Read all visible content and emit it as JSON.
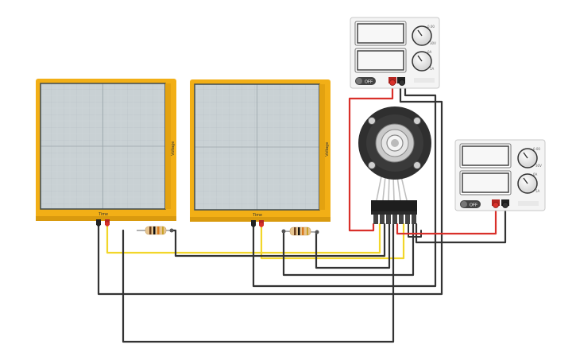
{
  "oscilloscopes": [
    {
      "x_label": "Time",
      "y_label": "Voltage"
    },
    {
      "x_label": "Time",
      "y_label": "Voltage"
    }
  ],
  "power_supply_top": {
    "button_label": "OFF",
    "knob_labels": [
      "0.00",
      "30V",
      "0A",
      "5A"
    ]
  },
  "power_supply_right": {
    "button_label": "OFF",
    "knob_labels": [
      "0.00",
      "30V",
      "0A",
      "5A"
    ]
  },
  "colors": {
    "scope_frame": "#F2AF16",
    "scope_screen": "#C9D1D4",
    "wire_black": "#333333",
    "wire_red": "#D9302A",
    "wire_yellow": "#F2D62A",
    "resistor_body": "#E6C48F"
  },
  "icons": {
    "motor": "dc-motor-encoder-icon",
    "resistor": "resistor-icon"
  }
}
